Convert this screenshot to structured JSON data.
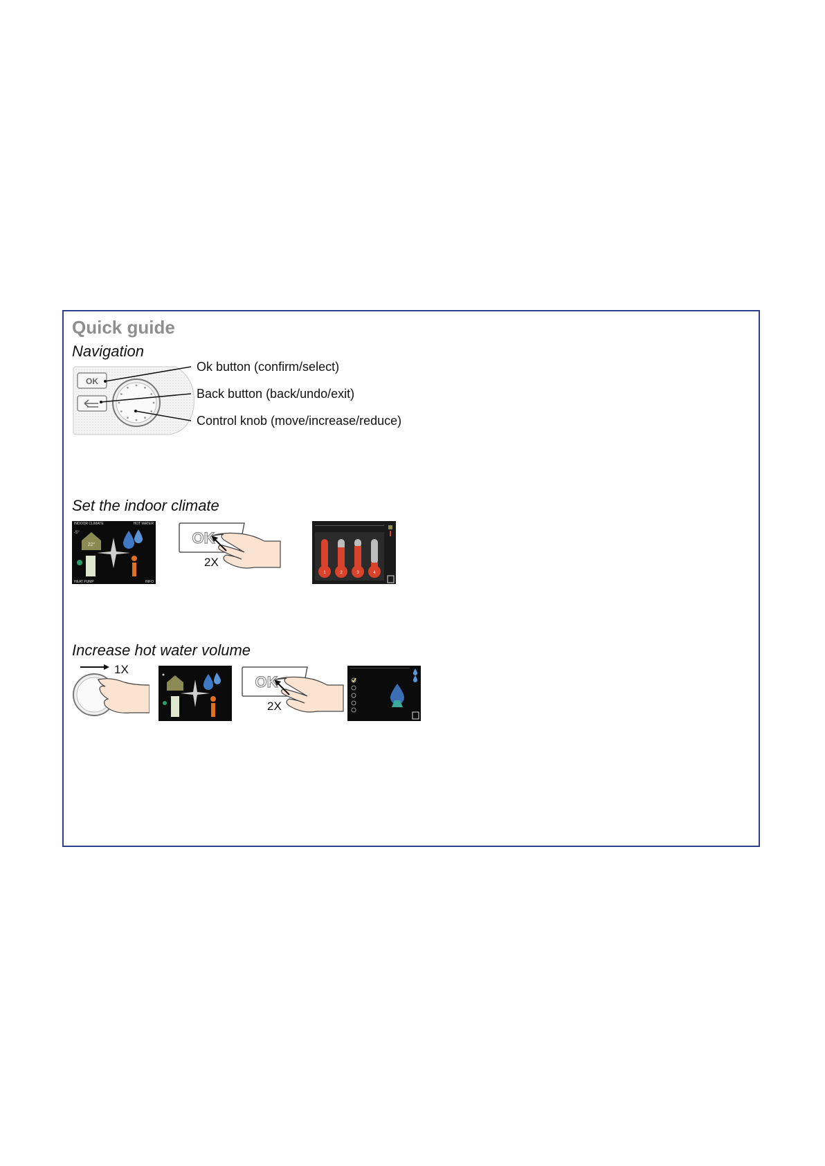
{
  "guide": {
    "title": "Quick guide",
    "navigation": {
      "heading": "Navigation",
      "panel_ok_label": "OK",
      "labels": {
        "ok": "Ok button (confirm/select)",
        "back": "Back button (back/undo/exit)",
        "knob": "Control knob (move/increase/reduce)"
      }
    },
    "indoor_climate": {
      "heading": "Set the indoor climate",
      "ok_label": "OK",
      "press_count": "2X",
      "screen_labels": {
        "top_left": "INDOOR CLIMATE",
        "top_right": "HOT WATER",
        "bottom_left": "HEAT PUMP",
        "bottom_right": "INFO",
        "outdoor_temp": "-5°",
        "room_temp": "22°"
      },
      "thermometer_labels": [
        "1",
        "2",
        "3",
        "4"
      ]
    },
    "hot_water": {
      "heading": "Increase hot water volume",
      "turn_count": "1X",
      "ok_label": "OK",
      "press_count": "2X"
    }
  }
}
